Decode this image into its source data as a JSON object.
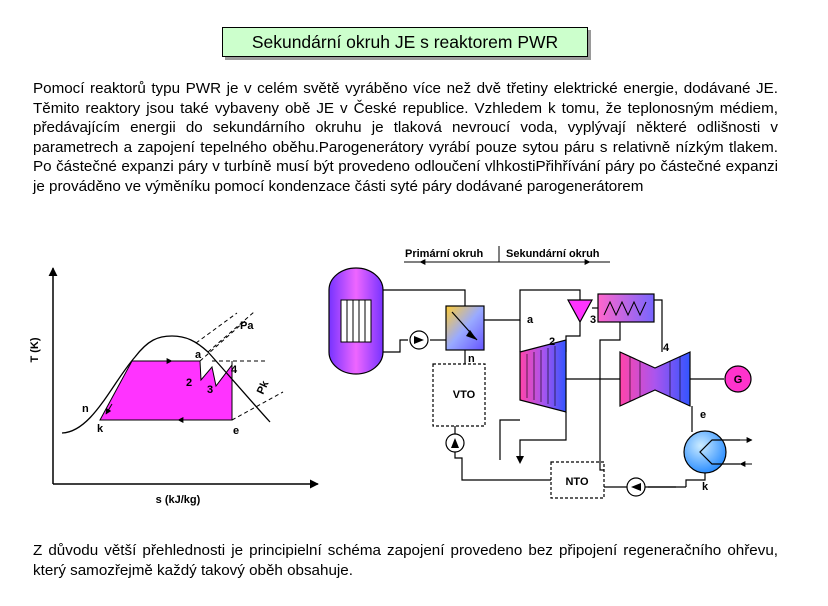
{
  "title": "Sekundární okruh JE s reaktorem PWR",
  "intro_text": "Pomocí reaktorů typu PWR je v celém světě vyráběno více než dvě třetiny elektrické energie, dodávané JE. Těmito reaktory jsou také vybaveny obě JE v České republice. Vzhledem k tomu, že teplonosným médiem, předávajícím energii do sekundárního okruhu je tlaková nevroucí voda, vyplývají některé odlišnosti v parametrech a zapojení tepelného oběhu.Parogenerátory vyrábí pouze sytou páru s relativně nízkým tlakem. Po částečné expanzi páry v turbíně musí být provedeno odloučení vlhkostiPřihřívání páry po částečné expanzi je prováděno ve výměníku pomocí kondenzace části syté páry dodávané parogenerátorem",
  "ts_diagram": {
    "y_axis_label": "T (K)",
    "x_axis_label": "s (kJ/kg)",
    "pressure_a_label": "Pa",
    "pressure_k_label": "Pk",
    "point_labels": {
      "a": "a",
      "n": "n",
      "k": "k",
      "e": "e",
      "p2": "2",
      "p3": "3",
      "p4": "4"
    }
  },
  "scheme": {
    "primary_circuit_label": "Primární okruh",
    "secondary_circuit_label": "Sekundární okruh",
    "vto_label": "VTO",
    "nto_label": "NTO",
    "generator_label": "G",
    "point_labels": {
      "a": "a",
      "n": "n",
      "k": "k",
      "e": "e",
      "p2": "2",
      "p3": "3",
      "p4": "4"
    }
  },
  "outro_text": "Z důvodu větší přehlednosti je principielní schéma zapojení provedeno bez připojení regeneračního ohřevu, který samozřejmě každý takový oběh obsahuje.",
  "colors": {
    "title_bg": "#ccffcc",
    "fill_magenta": "#ff33ff",
    "generator": "#ff33cc",
    "condenser": "#4aa8ff"
  }
}
